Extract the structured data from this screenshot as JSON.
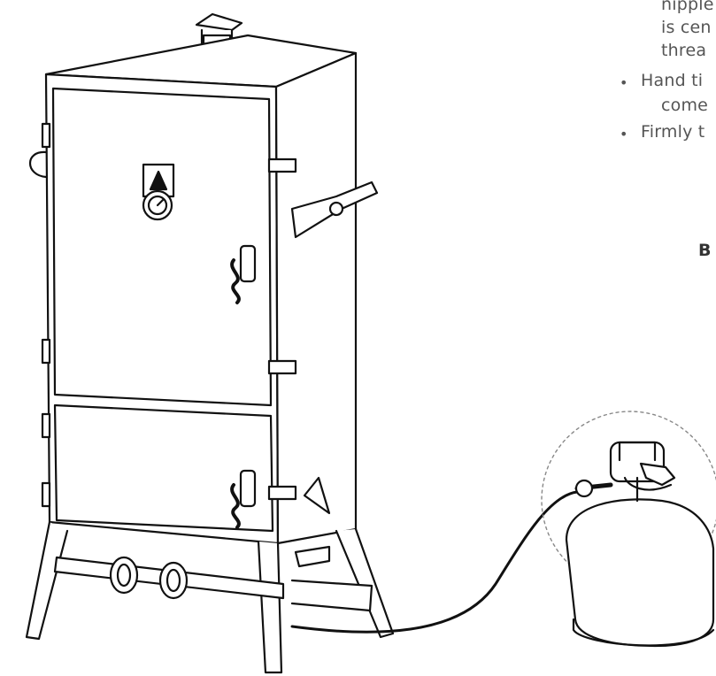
{
  "instructions": {
    "line1": "nipple",
    "line2": "is cen",
    "line3": "threa",
    "bullet1": "Hand ti",
    "bullet1_cont": "come",
    "bullet2": "Firmly t",
    "bullet_symbol": "•"
  },
  "figure_label": "B"
}
